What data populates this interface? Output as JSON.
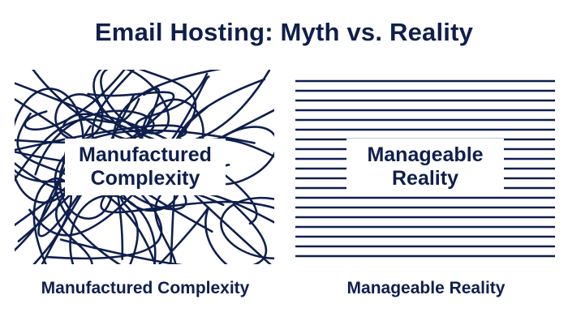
{
  "title": "Email Hosting: Myth vs. Reality",
  "left_panel": {
    "box_line1": "Manufactured",
    "box_line2": "Complexity",
    "caption": "Manufactured Complexity"
  },
  "right_panel": {
    "box_line1": "Manageable",
    "box_line2": "Reality",
    "caption": "Manageable Reality"
  },
  "colors": {
    "navy": "#0f1f4d",
    "background": "#ffffff"
  }
}
